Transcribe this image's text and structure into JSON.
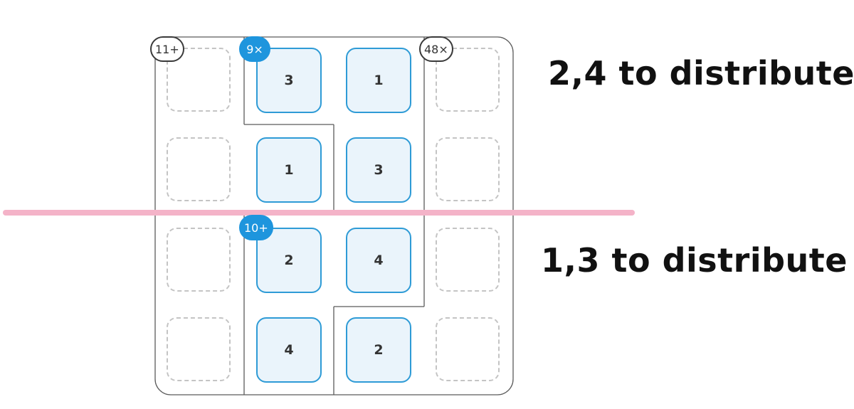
{
  "puzzle": {
    "grid": [
      [
        null,
        "3",
        "1",
        null
      ],
      [
        null,
        "1",
        "3",
        null
      ],
      [
        null,
        "2",
        "4",
        null
      ],
      [
        null,
        "4",
        "2",
        null
      ]
    ],
    "cages": [
      {
        "clue": "11+",
        "style": "plain"
      },
      {
        "clue": "9×",
        "style": "blue"
      },
      {
        "clue": "48×",
        "style": "plain"
      },
      {
        "clue": "10+",
        "style": "blue"
      }
    ]
  },
  "annotations": {
    "top": "2,4 to distribute",
    "bottom": "1,3 to distribute"
  },
  "colors": {
    "cell_border": "#2e9bd6",
    "cell_fill": "#eaf4fb",
    "badge_blue": "#1e95dd",
    "divider": "#f4b3c8"
  }
}
